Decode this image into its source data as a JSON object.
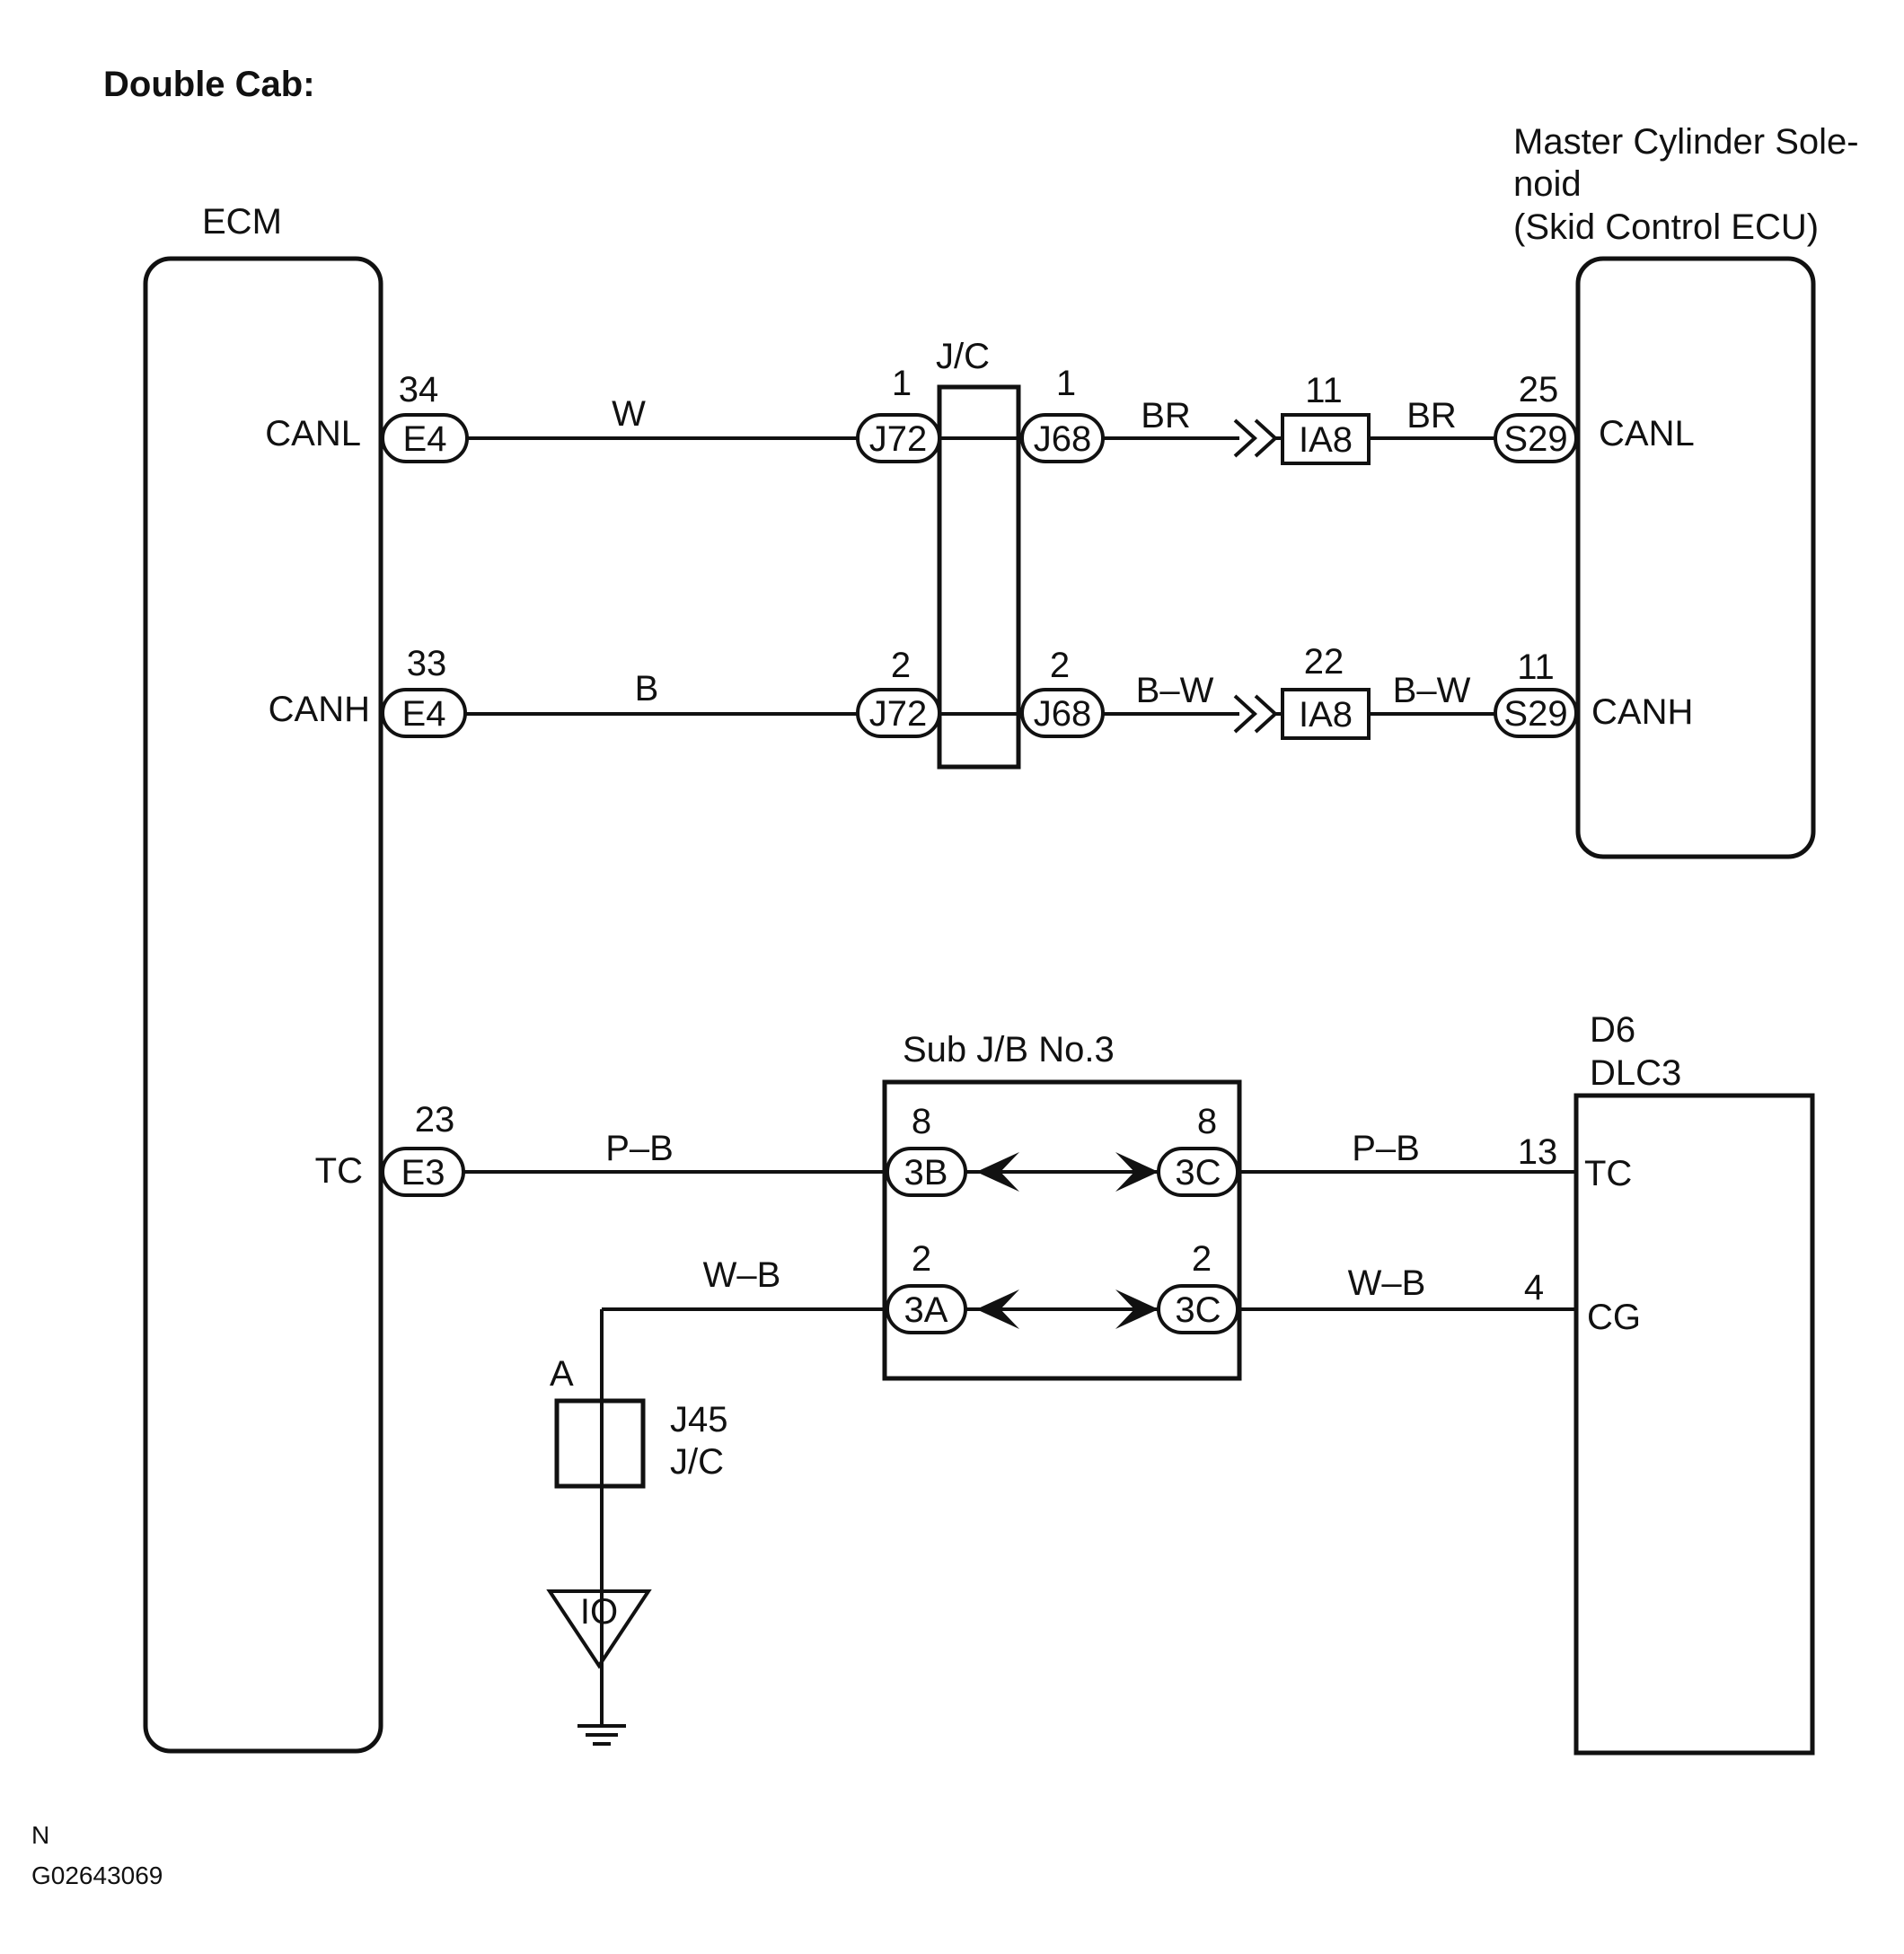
{
  "title": "Double Cab:",
  "components": {
    "ecm": "ECM",
    "master_lines": [
      "Master Cylinder Sole-",
      "noid",
      "(Skid Control ECU)"
    ],
    "jc_top": "J/C",
    "subjb": "Sub J/B No.3",
    "dlc_lines": [
      "D6",
      "DLC3"
    ],
    "j45_lines": [
      "J45",
      "J/C"
    ],
    "j45_point": "A",
    "ground": "IO"
  },
  "pins": {
    "ecm_canl": "CANL",
    "ecm_canh": "CANH",
    "ecm_tc": "TC",
    "master_canl": "CANL",
    "master_canh": "CANH",
    "dlc_tc": "TC",
    "dlc_cg": "CG"
  },
  "connectors": {
    "e4_a": {
      "code": "E4",
      "pin": "34"
    },
    "e4_b": {
      "code": "E4",
      "pin": "33"
    },
    "e3": {
      "code": "E3",
      "pin": "23"
    },
    "j72_a": {
      "code": "J72",
      "pin": "1"
    },
    "j72_b": {
      "code": "J72",
      "pin": "2"
    },
    "j68_a": {
      "code": "J68",
      "pin": "1"
    },
    "j68_b": {
      "code": "J68",
      "pin": "2"
    },
    "ia8_a": {
      "code": "IA8",
      "pin": "11"
    },
    "ia8_b": {
      "code": "IA8",
      "pin": "22"
    },
    "s29_a": {
      "code": "S29",
      "pin": "25"
    },
    "s29_b": {
      "code": "S29",
      "pin": "11"
    },
    "b3": {
      "code": "3B",
      "pin": "8"
    },
    "c3_a": {
      "code": "3C",
      "pin": "8"
    },
    "a3": {
      "code": "3A",
      "pin": "2"
    },
    "c3_b": {
      "code": "3C",
      "pin": "2"
    },
    "dlc_pin_tc": "13",
    "dlc_pin_cg": "4"
  },
  "wires": {
    "w1": "W",
    "w2": "BR",
    "w3": "BR",
    "w4": "B",
    "w5": "B–W",
    "w6": "B–W",
    "w7": "P–B",
    "w8": "P–B",
    "w9": "W–B",
    "w10": "W–B"
  },
  "footer": {
    "mark": "N",
    "code": "G02643069"
  }
}
